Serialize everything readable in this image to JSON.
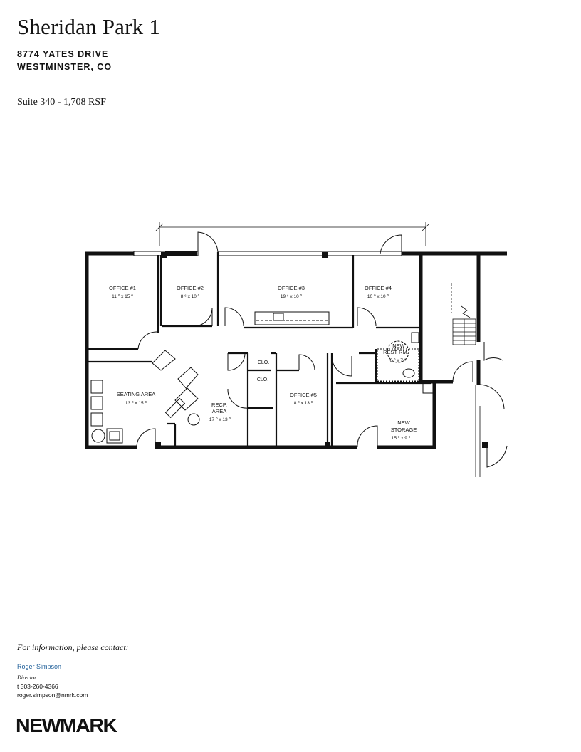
{
  "header": {
    "title": "Sheridan Park 1",
    "address_line1": "8774 YATES DRIVE",
    "address_line2": "WESTMINSTER, CO",
    "suite_info": "Suite 340 - 1,708 RSF"
  },
  "floor_plan": {
    "rooms": [
      {
        "name": "OFFICE #1",
        "size": "11 ⁰ x 15 ⁰"
      },
      {
        "name": "OFFICE #2",
        "size": "8 ⁶ x 10 ⁰"
      },
      {
        "name": "OFFICE #3",
        "size": "19 ⁶ x 10 ⁰"
      },
      {
        "name": "OFFICE #4",
        "size": "10 ⁰ x 10 ⁰"
      },
      {
        "name": "SEATING AREA",
        "size": "13 ⁰ x 15 ⁰"
      },
      {
        "name": "RECP.",
        "name2": "AREA",
        "size": "17 ⁰ x 13 ⁰"
      },
      {
        "name": "OFFICE #5",
        "size": "8 ⁰ x 13 ⁰"
      },
      {
        "name": "NEW",
        "name2": "REST RM.",
        "size": "6 ⁰ x 7 ⁶"
      },
      {
        "name": "NEW",
        "name2": "STORAGE",
        "size": "15 ⁰ x 9 ⁰"
      }
    ],
    "closets": [
      "CLO.",
      "CLO."
    ]
  },
  "contact": {
    "lead": "For information, please contact:",
    "name": "Roger Simpson",
    "title": "Director",
    "phone": "t 303-260-4366",
    "email": "roger.simpson@nmrk.com"
  },
  "brand": {
    "logo": "NEWMARK",
    "rule_color": "#1e4f78",
    "link_color": "#1f5f99"
  }
}
